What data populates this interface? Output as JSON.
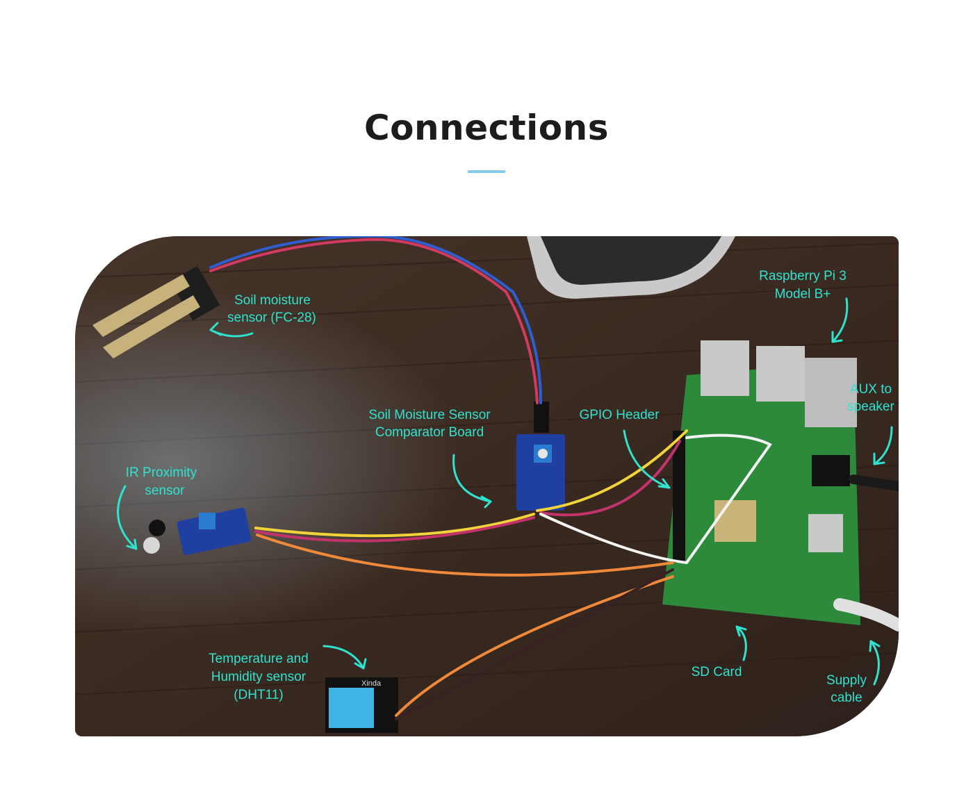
{
  "page": {
    "title": "Connections",
    "accent_color": "#86cdea",
    "label_color": "#2fe3cf"
  },
  "photo": {
    "description_free": true,
    "labels": {
      "soil_moisture_sensor": [
        "Soil moisture",
        "sensor (FC-28)"
      ],
      "raspberry_pi": [
        "Raspberry Pi 3",
        "Model B+"
      ],
      "aux": [
        "AUX to",
        "speaker"
      ],
      "comparator": [
        "Soil Moisture Sensor",
        "Comparator Board"
      ],
      "gpio": [
        "GPIO Header"
      ],
      "ir_sensor": [
        "IR Proximity",
        "sensor"
      ],
      "dht": [
        "Temperature and",
        "Humidity sensor",
        "(DHT11)"
      ],
      "sd_card": [
        "SD Card"
      ],
      "supply": [
        "Supply",
        "cable"
      ],
      "dht_chip": "Xinda"
    }
  }
}
